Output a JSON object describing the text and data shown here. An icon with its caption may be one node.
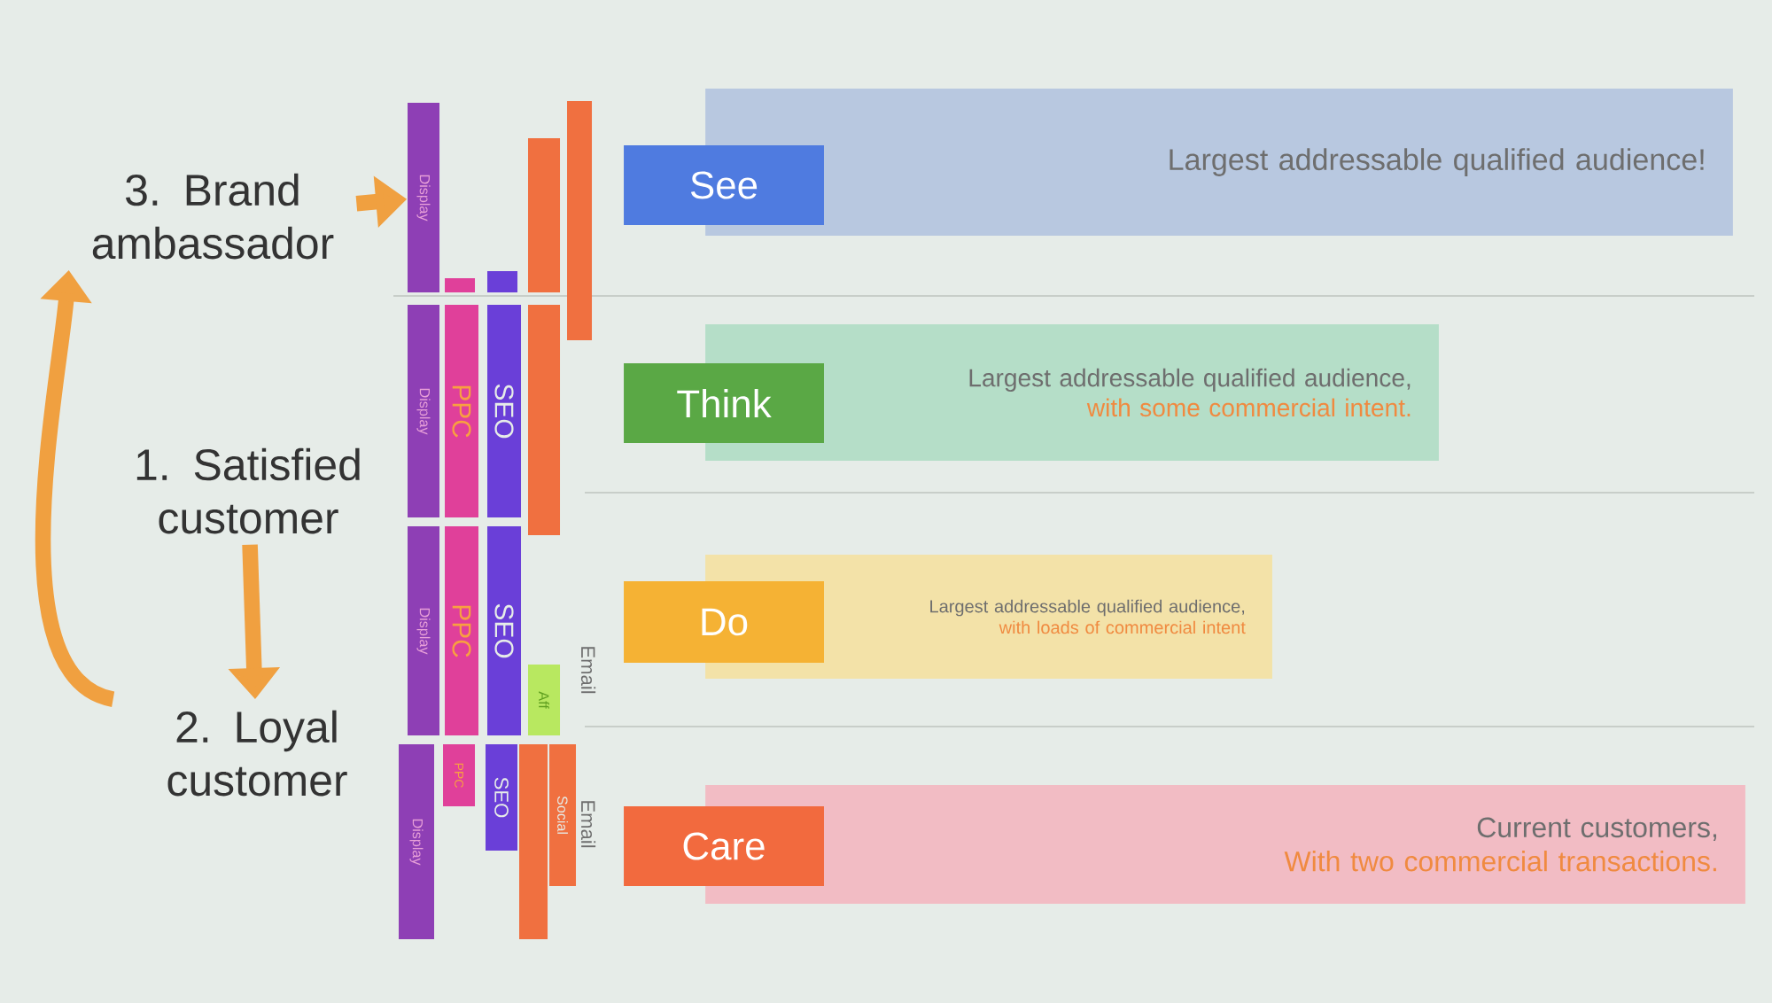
{
  "diagram": {
    "nodes": [
      {
        "text": [
          "3. Brand ambassador"
        ]
      },
      {
        "text": [
          "1. Satisfied customer"
        ]
      },
      {
        "text": [
          "2. Loyal customer"
        ]
      },
      {
        "text": [
          "See"
        ]
      },
      {
        "text": [
          "Largest addressable qualified audience!"
        ]
      },
      {
        "text": [
          "Think"
        ]
      },
      {
        "text": [
          "Largest addressable qualified audience,",
          "with some commercial intent."
        ]
      },
      {
        "text": [
          "Do"
        ]
      },
      {
        "text": [
          "Largest addressable qualified audience,",
          "with loads of commercial intent"
        ]
      },
      {
        "text": [
          "Care"
        ]
      },
      {
        "text": [
          "Current customers,",
          "With two commercial transactions."
        ]
      },
      {
        "text": [
          "Display"
        ]
      },
      {
        "text": [],
        "shape": "bar"
      },
      {
        "text": [],
        "shape": "bar"
      },
      {
        "text": [],
        "shape": "bar"
      },
      {
        "text": [],
        "shape": "bar"
      },
      {
        "text": [
          "Display"
        ]
      },
      {
        "text": [
          "PPC"
        ]
      },
      {
        "text": [
          "SEO"
        ]
      },
      {
        "text": [],
        "shape": "bar"
      },
      {
        "text": [
          "Display"
        ]
      },
      {
        "text": [
          "PPC"
        ]
      },
      {
        "text": [
          "SEO"
        ]
      },
      {
        "text": [],
        "shape": "bar"
      },
      {
        "text": [
          "Aff"
        ]
      },
      {
        "text": [
          "Display"
        ]
      },
      {
        "text": [
          "PPC"
        ]
      },
      {
        "text": [
          "SEO"
        ]
      },
      {
        "text": [],
        "shape": "bar"
      },
      {
        "text": [
          "Social"
        ]
      }
    ],
    "edges": [
      {
        "from": 0,
        "to": 11,
        "arrow": "to"
      },
      {
        "from": 1,
        "to": 2,
        "arrow": "to"
      },
      {
        "from": 2,
        "to": 0,
        "arrow": "to"
      }
    ],
    "labels": [
      "Email",
      "Email"
    ]
  }
}
